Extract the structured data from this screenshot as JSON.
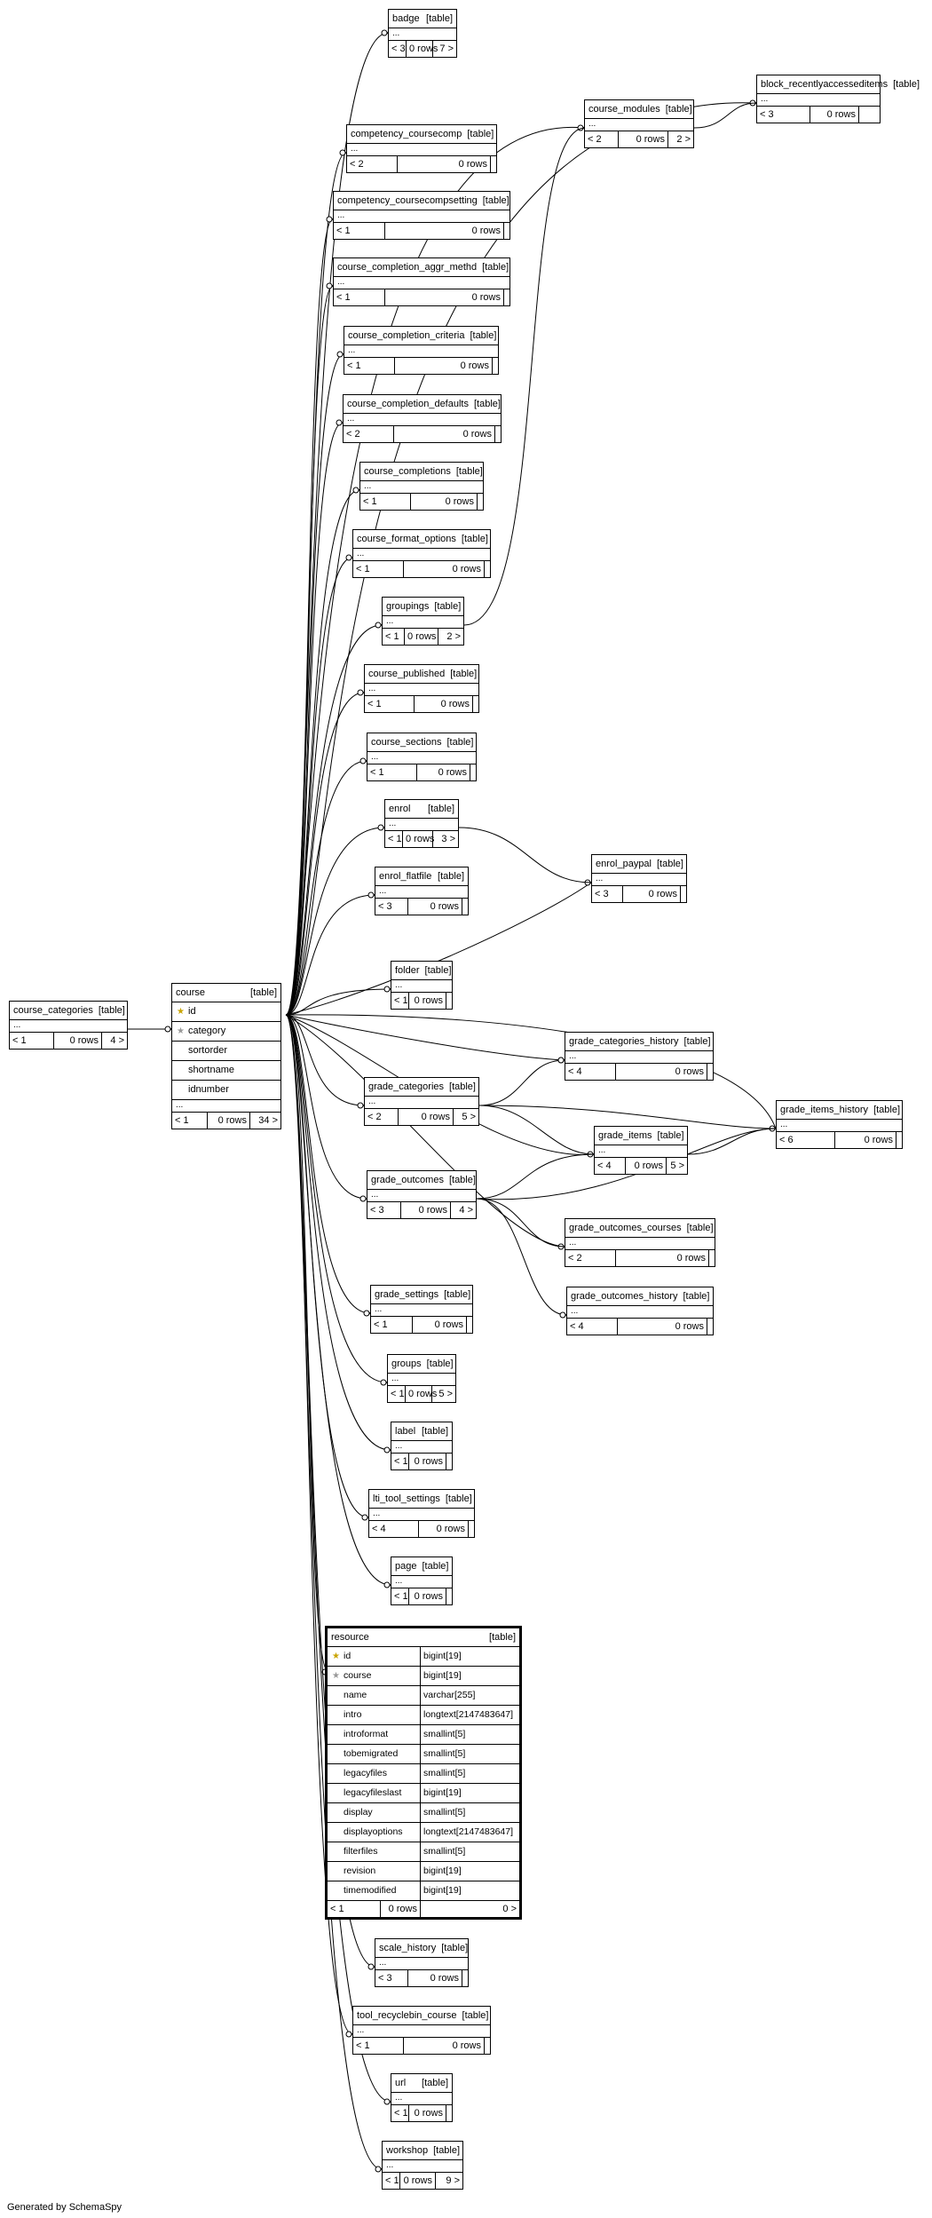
{
  "footer": "Generated by SchemaSpy",
  "tag": "[table]",
  "focus_table": {
    "name": "course",
    "columns": [
      {
        "name": "id",
        "key": "pk"
      },
      {
        "name": "category",
        "key": "fk"
      },
      {
        "name": "sortorder",
        "key": ""
      },
      {
        "name": "shortname",
        "key": ""
      },
      {
        "name": "idnumber",
        "key": ""
      }
    ],
    "more": "...",
    "parents": "< 1",
    "rows": "0 rows",
    "children": "34 >"
  },
  "resource_table": {
    "name": "resource",
    "columns": [
      {
        "name": "id",
        "type": "bigint[19]",
        "key": "pk"
      },
      {
        "name": "course",
        "type": "bigint[19]",
        "key": "fk"
      },
      {
        "name": "name",
        "type": "varchar[255]",
        "key": ""
      },
      {
        "name": "intro",
        "type": "longtext[2147483647]",
        "key": ""
      },
      {
        "name": "introformat",
        "type": "smallint[5]",
        "key": ""
      },
      {
        "name": "tobemigrated",
        "type": "smallint[5]",
        "key": ""
      },
      {
        "name": "legacyfiles",
        "type": "smallint[5]",
        "key": ""
      },
      {
        "name": "legacyfileslast",
        "type": "bigint[19]",
        "key": ""
      },
      {
        "name": "display",
        "type": "smallint[5]",
        "key": ""
      },
      {
        "name": "displayoptions",
        "type": "longtext[2147483647]",
        "key": ""
      },
      {
        "name": "filterfiles",
        "type": "smallint[5]",
        "key": ""
      },
      {
        "name": "revision",
        "type": "bigint[19]",
        "key": ""
      },
      {
        "name": "timemodified",
        "type": "bigint[19]",
        "key": ""
      }
    ],
    "parents": "< 1",
    "rows": "0 rows",
    "children": "0 >"
  },
  "tables": [
    {
      "name": "badge",
      "body": "...",
      "parents": "< 3",
      "rows": "0 rows",
      "children": "7 >"
    },
    {
      "name": "block_recentlyaccesseditems",
      "body": "...",
      "parents": "< 3",
      "rows": "0 rows",
      "children": ""
    },
    {
      "name": "course_modules",
      "body": "...",
      "parents": "< 2",
      "rows": "0 rows",
      "children": "2 >"
    },
    {
      "name": "competency_coursecomp",
      "body": "...",
      "parents": "< 2",
      "rows": "0 rows",
      "children": ""
    },
    {
      "name": "competency_coursecompsetting",
      "body": "...",
      "parents": "< 1",
      "rows": "0 rows",
      "children": ""
    },
    {
      "name": "course_completion_aggr_methd",
      "body": "...",
      "parents": "< 1",
      "rows": "0 rows",
      "children": ""
    },
    {
      "name": "course_completion_criteria",
      "body": "...",
      "parents": "< 1",
      "rows": "0 rows",
      "children": ""
    },
    {
      "name": "course_completion_defaults",
      "body": "...",
      "parents": "< 2",
      "rows": "0 rows",
      "children": ""
    },
    {
      "name": "course_completions",
      "body": "...",
      "parents": "< 1",
      "rows": "0 rows",
      "children": ""
    },
    {
      "name": "course_format_options",
      "body": "...",
      "parents": "< 1",
      "rows": "0 rows",
      "children": ""
    },
    {
      "name": "groupings",
      "body": "...",
      "parents": "< 1",
      "rows": "0 rows",
      "children": "2 >"
    },
    {
      "name": "course_published",
      "body": "...",
      "parents": "< 1",
      "rows": "0 rows",
      "children": ""
    },
    {
      "name": "course_sections",
      "body": "...",
      "parents": "< 1",
      "rows": "0 rows",
      "children": ""
    },
    {
      "name": "enrol",
      "body": "...",
      "parents": "< 1",
      "rows": "0 rows",
      "children": "3 >"
    },
    {
      "name": "enrol_paypal",
      "body": "...",
      "parents": "< 3",
      "rows": "0 rows",
      "children": ""
    },
    {
      "name": "enrol_flatfile",
      "body": "...",
      "parents": "< 3",
      "rows": "0 rows",
      "children": ""
    },
    {
      "name": "course_categories",
      "body": "...",
      "parents": "< 1",
      "rows": "0 rows",
      "children": "4 >"
    },
    {
      "name": "folder",
      "body": "...",
      "parents": "< 1",
      "rows": "0 rows",
      "children": ""
    },
    {
      "name": "grade_categories_history",
      "body": "...",
      "parents": "< 4",
      "rows": "0 rows",
      "children": ""
    },
    {
      "name": "grade_categories",
      "body": "...",
      "parents": "< 2",
      "rows": "0 rows",
      "children": "5 >"
    },
    {
      "name": "grade_items_history",
      "body": "...",
      "parents": "< 6",
      "rows": "0 rows",
      "children": ""
    },
    {
      "name": "grade_items",
      "body": "...",
      "parents": "< 4",
      "rows": "0 rows",
      "children": "5 >"
    },
    {
      "name": "grade_outcomes",
      "body": "...",
      "parents": "< 3",
      "rows": "0 rows",
      "children": "4 >"
    },
    {
      "name": "grade_outcomes_courses",
      "body": "...",
      "parents": "< 2",
      "rows": "0 rows",
      "children": ""
    },
    {
      "name": "grade_outcomes_history",
      "body": "...",
      "parents": "< 4",
      "rows": "0 rows",
      "children": ""
    },
    {
      "name": "grade_settings",
      "body": "...",
      "parents": "< 1",
      "rows": "0 rows",
      "children": ""
    },
    {
      "name": "groups",
      "body": "...",
      "parents": "< 1",
      "rows": "0 rows",
      "children": "5 >"
    },
    {
      "name": "label",
      "body": "...",
      "parents": "< 1",
      "rows": "0 rows",
      "children": ""
    },
    {
      "name": "lti_tool_settings",
      "body": "...",
      "parents": "< 4",
      "rows": "0 rows",
      "children": ""
    },
    {
      "name": "page",
      "body": "...",
      "parents": "< 1",
      "rows": "0 rows",
      "children": ""
    },
    {
      "name": "scale_history",
      "body": "...",
      "parents": "< 3",
      "rows": "0 rows",
      "children": ""
    },
    {
      "name": "tool_recyclebin_course",
      "body": "...",
      "parents": "< 1",
      "rows": "0 rows",
      "children": ""
    },
    {
      "name": "url",
      "body": "...",
      "parents": "< 1",
      "rows": "0 rows",
      "children": ""
    },
    {
      "name": "workshop",
      "body": "...",
      "parents": "< 1",
      "rows": "0 rows",
      "children": "9 >"
    }
  ]
}
